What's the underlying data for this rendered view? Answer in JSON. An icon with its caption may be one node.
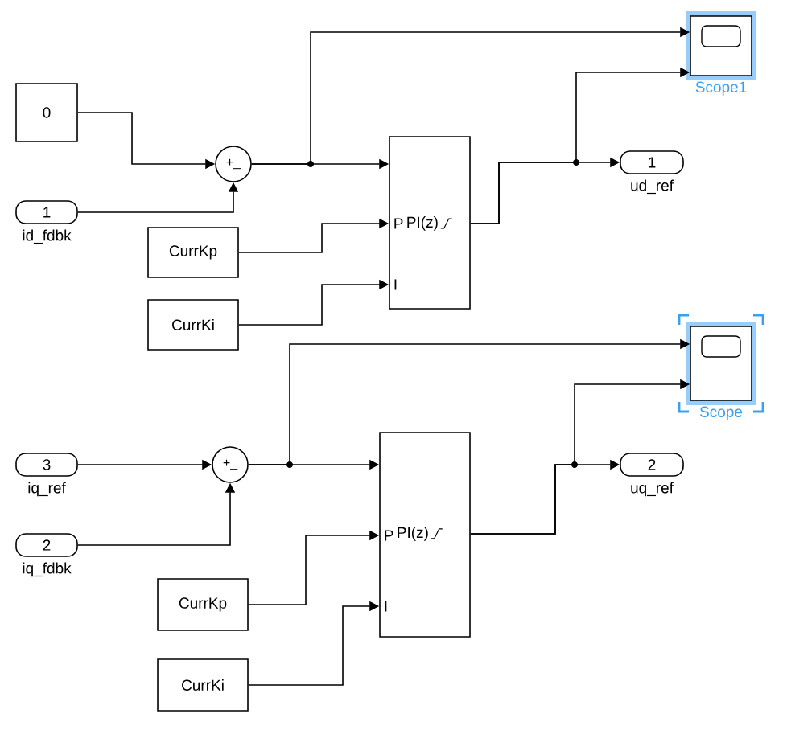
{
  "diagram": {
    "nodes": [
      {
        "text": [
          "0"
        ]
      },
      {
        "text": [
          "1"
        ],
        "beside": [
          "id_fdbk"
        ]
      },
      {
        "text": [
          "+_"
        ]
      },
      {
        "text": [
          "CurrKp"
        ]
      },
      {
        "text": [
          "CurrKi"
        ]
      },
      {
        "text": [
          "P",
          "PI(z)",
          "I"
        ]
      },
      {
        "text": [],
        "shape": "box",
        "beside": [
          "Scope1"
        ]
      },
      {
        "text": [
          "1"
        ],
        "beside": [
          "ud_ref"
        ]
      },
      {
        "text": [
          "3"
        ],
        "beside": [
          "iq_ref"
        ]
      },
      {
        "text": [
          "2"
        ],
        "beside": [
          "iq_fdbk"
        ]
      },
      {
        "text": [
          "+_"
        ]
      },
      {
        "text": [
          "CurrKp"
        ]
      },
      {
        "text": [
          "CurrKi"
        ]
      },
      {
        "text": [
          "P",
          "PI(z)",
          "I"
        ]
      },
      {
        "text": [],
        "shape": "box",
        "beside": [
          "Scope"
        ]
      },
      {
        "text": [
          "2"
        ],
        "beside": [
          "uq_ref"
        ]
      }
    ],
    "edges": [
      {
        "from": 0,
        "to": 2,
        "arrow": "to"
      },
      {
        "from": 1,
        "to": 2,
        "arrow": "to"
      },
      {
        "from": 2,
        "to": 5,
        "arrow": "to"
      },
      {
        "from": 2,
        "to": 6,
        "arrow": "to"
      },
      {
        "from": 3,
        "to": 5,
        "arrow": "to"
      },
      {
        "from": 4,
        "to": 5,
        "arrow": "to"
      },
      {
        "from": 5,
        "to": 7,
        "arrow": "to"
      },
      {
        "from": 5,
        "to": 6,
        "arrow": "to"
      },
      {
        "from": 8,
        "to": 10,
        "arrow": "to"
      },
      {
        "from": 9,
        "to": 10,
        "arrow": "to"
      },
      {
        "from": 10,
        "to": 13,
        "arrow": "to"
      },
      {
        "from": 10,
        "to": 14,
        "arrow": "to"
      },
      {
        "from": 11,
        "to": 13,
        "arrow": "to"
      },
      {
        "from": 12,
        "to": 13,
        "arrow": "to"
      },
      {
        "from": 13,
        "to": 15,
        "arrow": "to"
      },
      {
        "from": 13,
        "to": 14,
        "arrow": "to"
      }
    ]
  }
}
